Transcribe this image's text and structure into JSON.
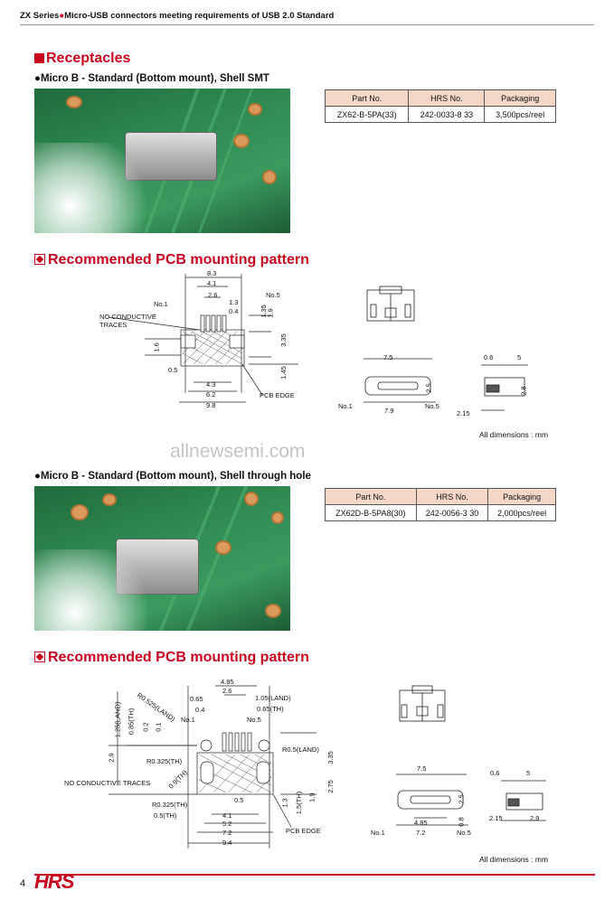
{
  "header": {
    "series": "ZX Series",
    "dot": "●",
    "title": "Micro-USB connectors meeting requirements of USB 2.0 Standard"
  },
  "section_receptacles": "Receptacles",
  "product1": {
    "subtitle": "●Micro B - Standard (Bottom mount), Shell SMT",
    "table": {
      "headers": [
        "Part No.",
        "HRS No.",
        "Packaging"
      ],
      "row": [
        "ZX62-B-5PA(33)",
        "242-0033-8 33",
        "3,500pcs/reel"
      ]
    },
    "pcb_title": "Recommended PCB mounting pattern",
    "labels": {
      "w83": "8.3",
      "w41": "4.1",
      "w26": "2.6",
      "w13": "1.3",
      "w04": "0.4",
      "no1": "No.1",
      "no5": "No.5",
      "nct": "NO CONDUCTIVE",
      "traces": "TRACES",
      "h135": "1.35",
      "h19": "1.9",
      "h335": "3.35",
      "h16": "1.6",
      "h05": "0.5",
      "h145": "1.45",
      "w43": "4.3",
      "w62": "6.2",
      "w98": "9.8",
      "pcbedge": "PCB EDGE",
      "v75": "7.5",
      "v79": "7.9",
      "v25": "2.5",
      "v06": "0.6",
      "v5": "5",
      "v28": "2.8",
      "v215": "2.15"
    },
    "all_dims": "All dimensions : mm"
  },
  "watermark": "allnewsemi.com",
  "product2": {
    "subtitle": "●Micro B - Standard (Bottom mount), Shell through hole",
    "table": {
      "headers": [
        "Part No.",
        "HRS No.",
        "Packaging"
      ],
      "row": [
        "ZX62D-B-5PA8(30)",
        "242-0056-3 30",
        "2,000pcs/reel"
      ]
    },
    "pcb_title": "Recommended PCB mounting pattern",
    "labels": {
      "w485": "4.85",
      "w26": "2.6",
      "w065": "0.65",
      "w04": "0.4",
      "r0525": "R0.525(LAND)",
      "land105": "1.05(LAND)",
      "th065": "0.65(TH)",
      "h125": "1.25(LAND)",
      "h085": "0.85(TH)",
      "h02": "0.2",
      "h01": "0.1",
      "no1": "No.1",
      "no5": "No.5",
      "r05": "R0.5(LAND)",
      "h29": "2.9",
      "r0325a": "R0.325(TH)",
      "h335": "3.35",
      "nct": "NO CONDUCTIVE TRACES",
      "th09": "0.9(TH)",
      "h275": "2.75",
      "r0325b": "R0.325(TH)",
      "th05": "0.5(TH)",
      "h05": "0.5",
      "h13": "1.3",
      "th15": "1.5(TH)",
      "h19": "1.9",
      "w41": "4.1",
      "w52": "5.2",
      "w72": "7.2",
      "w94": "9.4",
      "pcbedge": "PCB EDGE",
      "v75": "7.5",
      "v485": "4.85",
      "v72": "7.2",
      "v25": "2.5",
      "v08": "0.8",
      "v06": "0.6",
      "v5": "5",
      "v215": "2.15",
      "v29": "2.9"
    },
    "all_dims": "All dimensions : mm"
  },
  "footer": {
    "page": "4",
    "logo": "HRS"
  }
}
